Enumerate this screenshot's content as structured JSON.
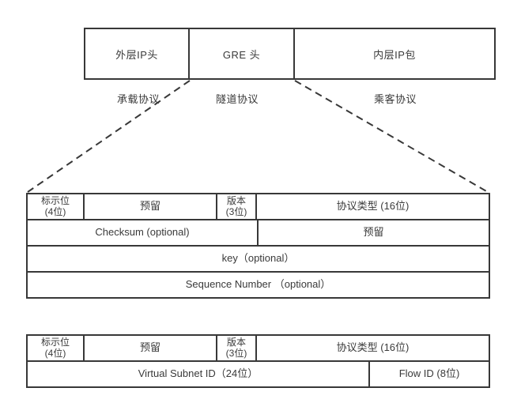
{
  "encapsulation": {
    "boxes": [
      {
        "label": "外层IP头"
      },
      {
        "label": "GRE 头"
      },
      {
        "label": "内层IP包"
      }
    ],
    "protocol_labels": [
      {
        "label": "承载协议"
      },
      {
        "label": "隧道协议"
      },
      {
        "label": "乘客协议"
      }
    ]
  },
  "gre_header": {
    "row1": {
      "flags": "标示位\n(4位)",
      "reserved": "预留",
      "version": "版本\n(3位)",
      "protocol_type": "协议类型 (16位)"
    },
    "row2": {
      "checksum": "Checksum (optional)",
      "reserved": "预留"
    },
    "row3": {
      "key": "key（optional）"
    },
    "row4": {
      "sequence": "Sequence Number （optional）"
    }
  },
  "nvgre_header": {
    "row1": {
      "flags": "标示位\n(4位)",
      "reserved": "预留",
      "version": "版本\n(3位)",
      "protocol_type": "协议类型 (16位)"
    },
    "row2": {
      "virtual_subnet_id": "Virtual Subnet ID（24位）",
      "flow_id": "Flow ID (8位)"
    }
  },
  "colors": {
    "line": "#383838",
    "text": "#3a3a3a",
    "background": "#ffffff"
  }
}
